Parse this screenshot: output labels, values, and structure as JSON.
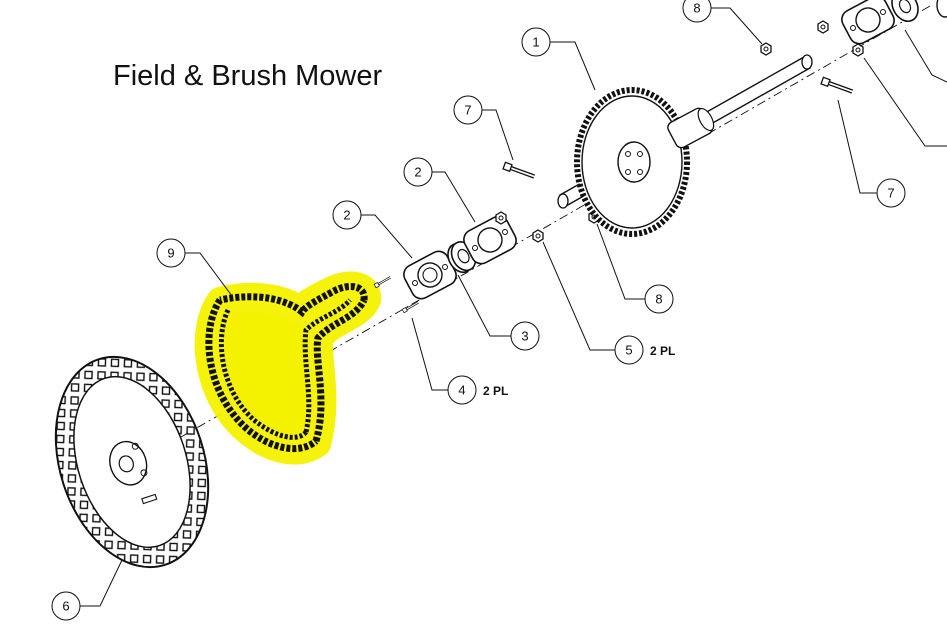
{
  "title": "Field & Brush Mower",
  "colors": {
    "line": "#111111",
    "highlight": "#f5f200",
    "background": "#ffffff"
  },
  "callouts": [
    {
      "id": "c-1",
      "number": "1",
      "qty": ""
    },
    {
      "id": "c-2a",
      "number": "2",
      "qty": ""
    },
    {
      "id": "c-2b",
      "number": "2",
      "qty": ""
    },
    {
      "id": "c-3",
      "number": "3",
      "qty": ""
    },
    {
      "id": "c-4",
      "number": "4",
      "qty": "2 PL"
    },
    {
      "id": "c-5",
      "number": "5",
      "qty": "2 PL"
    },
    {
      "id": "c-6",
      "number": "6",
      "qty": ""
    },
    {
      "id": "c-7a",
      "number": "7",
      "qty": ""
    },
    {
      "id": "c-7b",
      "number": "7",
      "qty": ""
    },
    {
      "id": "c-8a",
      "number": "8",
      "qty": ""
    },
    {
      "id": "c-8b",
      "number": "8",
      "qty": ""
    },
    {
      "id": "c-9",
      "number": "9",
      "qty": ""
    }
  ],
  "highlighted_part": "chain"
}
